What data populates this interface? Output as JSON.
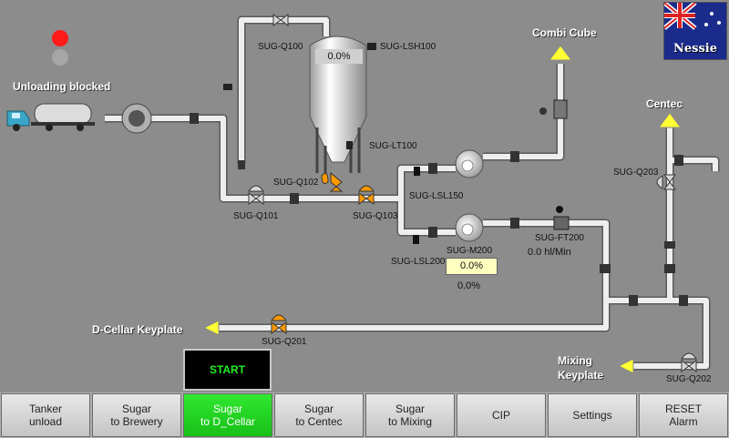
{
  "status": {
    "unloading": "Unloading blocked",
    "lamp_top_color": "#ff1a1a",
    "lamp_bottom_color": "#a6a6a6"
  },
  "logo": {
    "text": "Nessie"
  },
  "destinations": {
    "combi_cube": "Combi Cube",
    "centec": "Centec",
    "d_cellar": "D-Cellar Keyplate",
    "mixing_line1": "Mixing",
    "mixing_line2": "Keyplate"
  },
  "tags": {
    "q100": "SUG-Q100",
    "lsh100": "SUG-LSH100",
    "lt100": "SUG-LT100",
    "q102": "SUG-Q102",
    "q101": "SUG-Q101",
    "q103": "SUG-Q103",
    "lsl150": "SUG-LSL150",
    "m200": "SUG-M200",
    "lsl200": "SUG-LSL200",
    "ft200": "SUG-FT200",
    "q203": "SUG-Q203",
    "q201": "SUG-Q201",
    "q202": "SUG-Q202"
  },
  "readouts": {
    "tank_level": "0.0%",
    "m200_speed": "0.0%",
    "m200_output": "0.0%",
    "ft200_flow": "0.0 hl/Min"
  },
  "start_button": {
    "label": "START"
  },
  "nav": [
    {
      "label": "Tanker\nunload"
    },
    {
      "label": "Sugar\nto Brewery"
    },
    {
      "label": "Sugar\nto D_Cellar"
    },
    {
      "label": "Sugar\nto Centec"
    },
    {
      "label": "Sugar\nto Mixing"
    },
    {
      "label": "CIP"
    },
    {
      "label": "Settings"
    },
    {
      "label": "RESET\nAlarm"
    }
  ],
  "colors": {
    "pipe": "#e8e8e8",
    "valve_open": "#ff9900",
    "valve_closed": "#d8d8d8",
    "active_nav": "#22d022",
    "arrow": "#ffff33"
  }
}
